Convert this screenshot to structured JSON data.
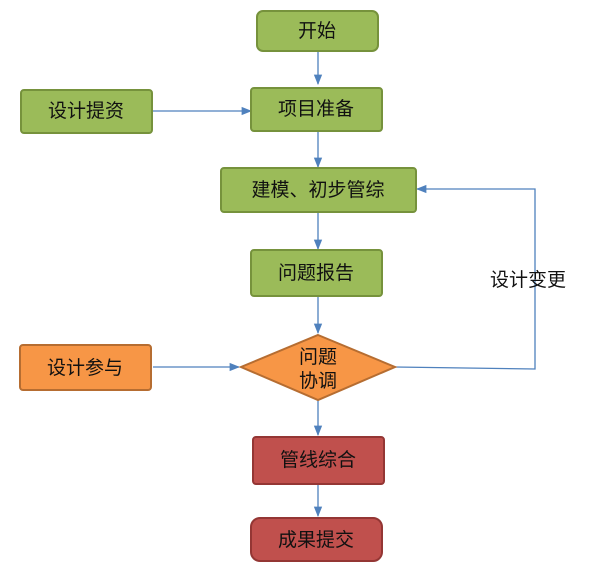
{
  "colors": {
    "green_fill": "#9bbb59",
    "green_stroke": "#76923c",
    "orange_fill": "#f79646",
    "orange_stroke": "#b66d31",
    "red_fill": "#c0504d",
    "red_stroke": "#943634",
    "edge": "#4f81bd"
  },
  "nodes": {
    "start": "开始",
    "prepare": "项目准备",
    "design_submit": "设计提资",
    "modeling": "建模、初步管综",
    "report": "问题报告",
    "coordinate_line1": "问题",
    "coordinate_line2": "协调",
    "design_participate": "设计参与",
    "pipe_synthesis": "管线综合",
    "deliver": "成果提交"
  },
  "edges": {
    "loop_label": "设计变更"
  }
}
